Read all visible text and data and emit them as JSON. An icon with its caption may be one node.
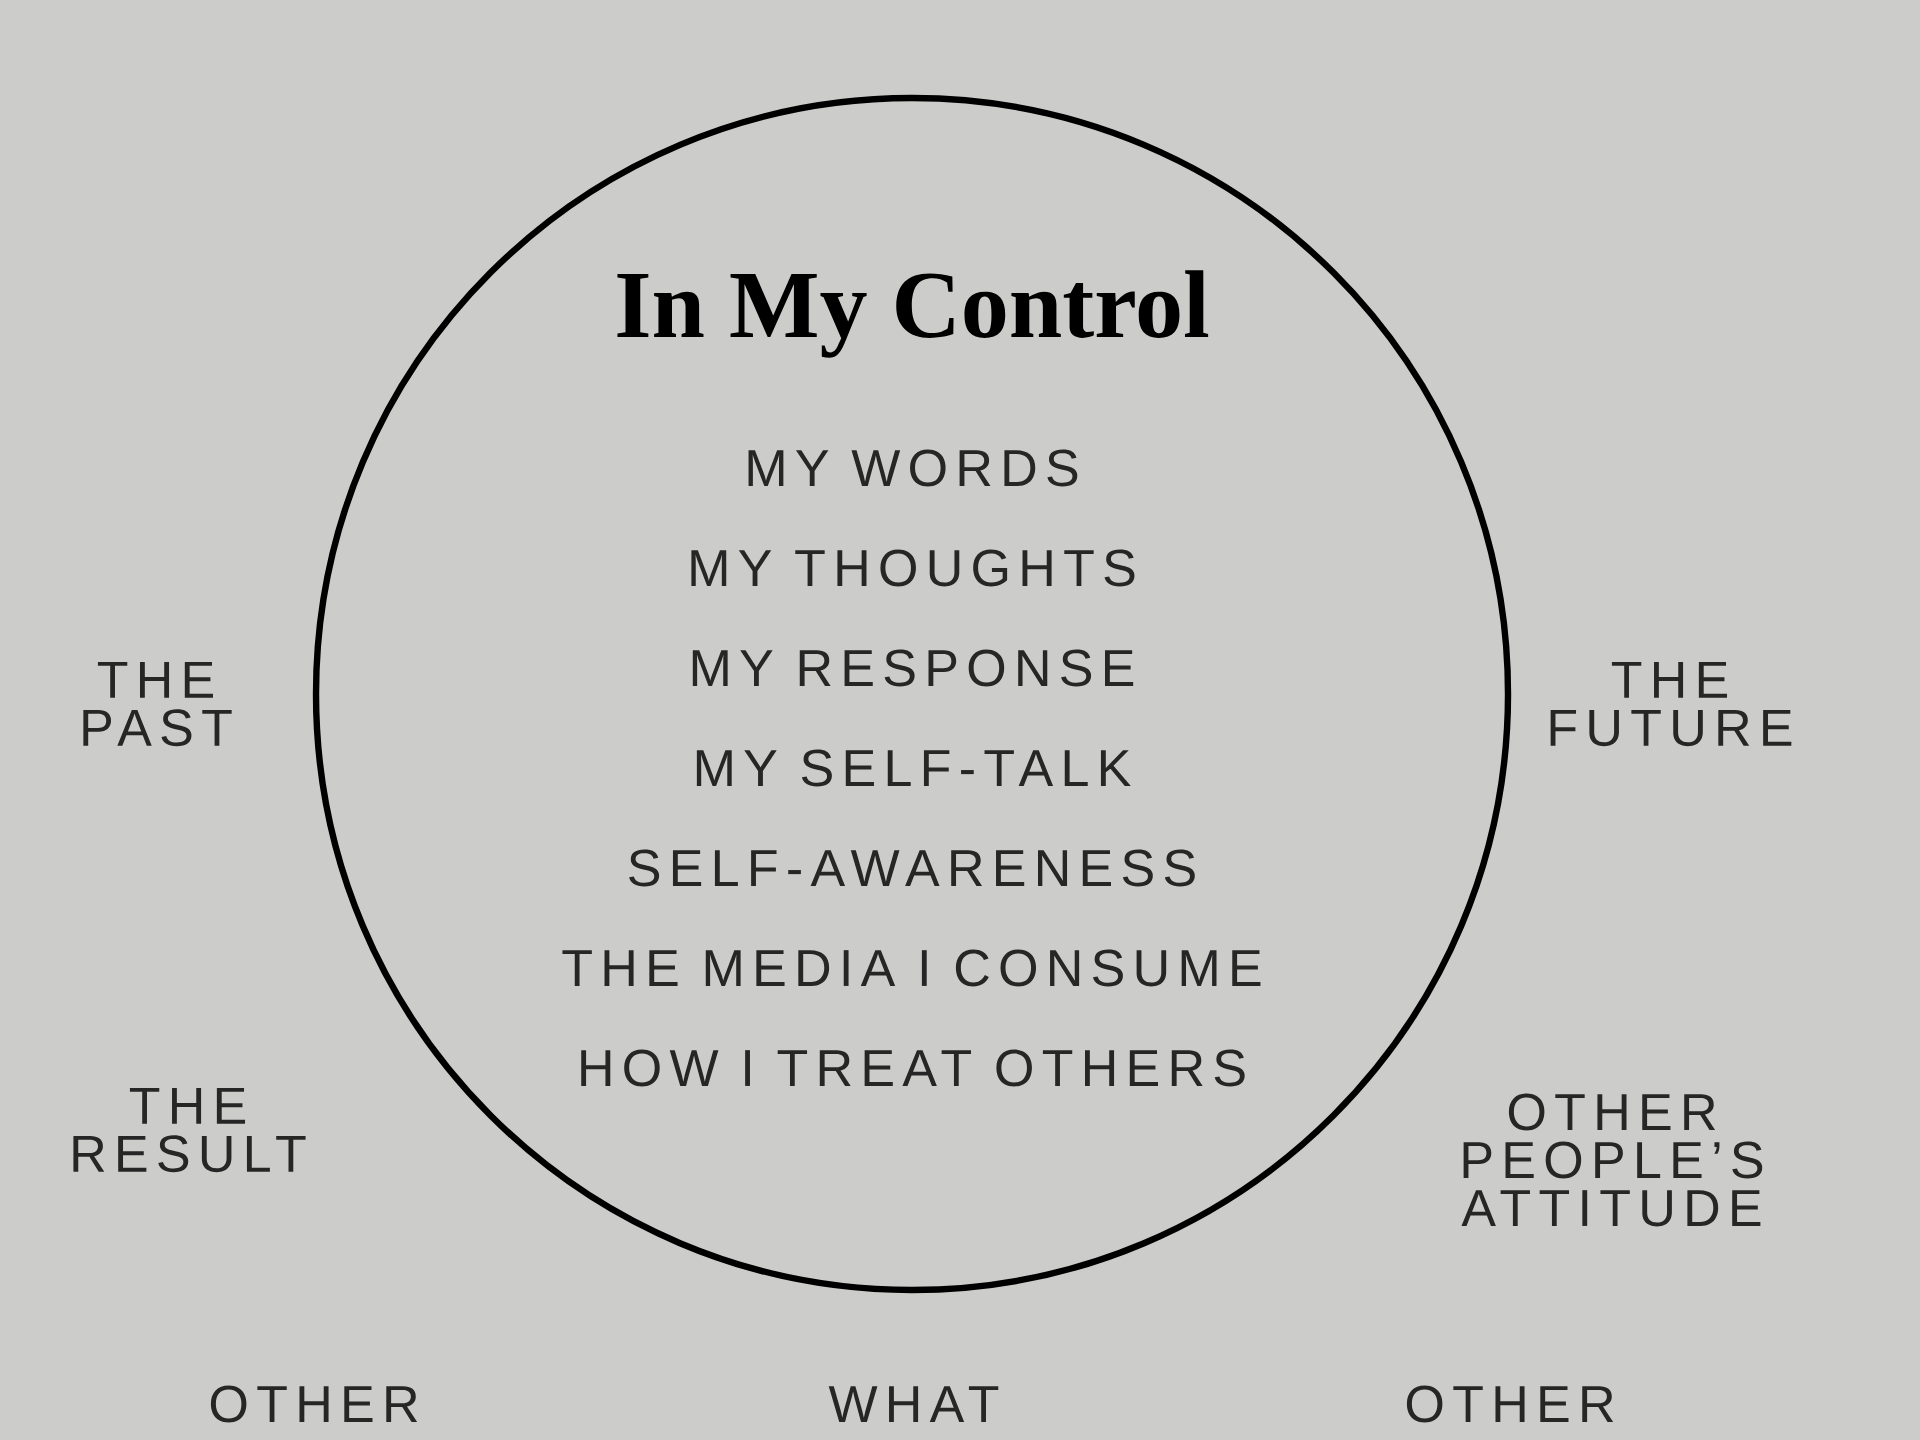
{
  "diagram": {
    "nodes": [
      {
        "text": [
          "In My Control",
          "MY WORDS",
          "MY THOUGHTS",
          "MY RESPONSE",
          "MY SELF-TALK",
          "SELF-AWARENESS",
          "THE MEDIA I CONSUME",
          "HOW I TREAT OTHERS"
        ]
      }
    ],
    "labels": [
      "THE PAST",
      "THE FUTURE",
      "THE RESULT",
      "OTHER PEOPLE’S ATTITUDE",
      "OTHER",
      "WHAT",
      "OTHER"
    ]
  }
}
